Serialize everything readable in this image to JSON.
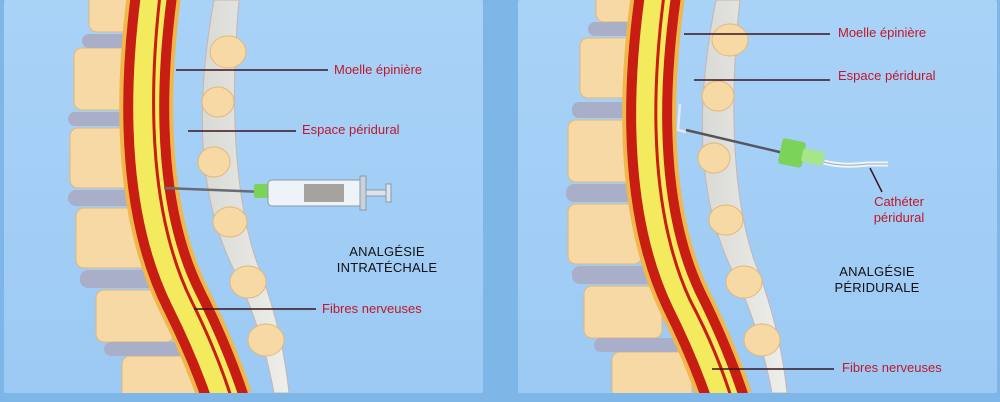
{
  "colors": {
    "background": "#a9d2f7",
    "label_text": "#c0182a",
    "leader_line": "#3a1420",
    "vertebra": "#f6d9a4",
    "disc": "#a9aec9",
    "dura": "#c81d12",
    "spinal_cord": "#f3ea5e",
    "needle_hub": "#7bd35a"
  },
  "left_panel": {
    "labels": {
      "spinal_cord": "Moelle épinière",
      "epidural_space": "Espace péridural",
      "nerve_fibers": "Fibres nerveuses"
    },
    "title_lines": [
      "ANALGÉSIE",
      "INTRATÉCHALE"
    ]
  },
  "right_panel": {
    "labels": {
      "spinal_cord": "Moelle épinière",
      "epidural_space": "Espace péridural",
      "catheter_line1": "Cathéter",
      "catheter_line2": "péridural",
      "nerve_fibers": "Fibres nerveuses"
    },
    "title_lines": [
      "ANALGÉSIE",
      "PÉRIDURALE"
    ]
  }
}
